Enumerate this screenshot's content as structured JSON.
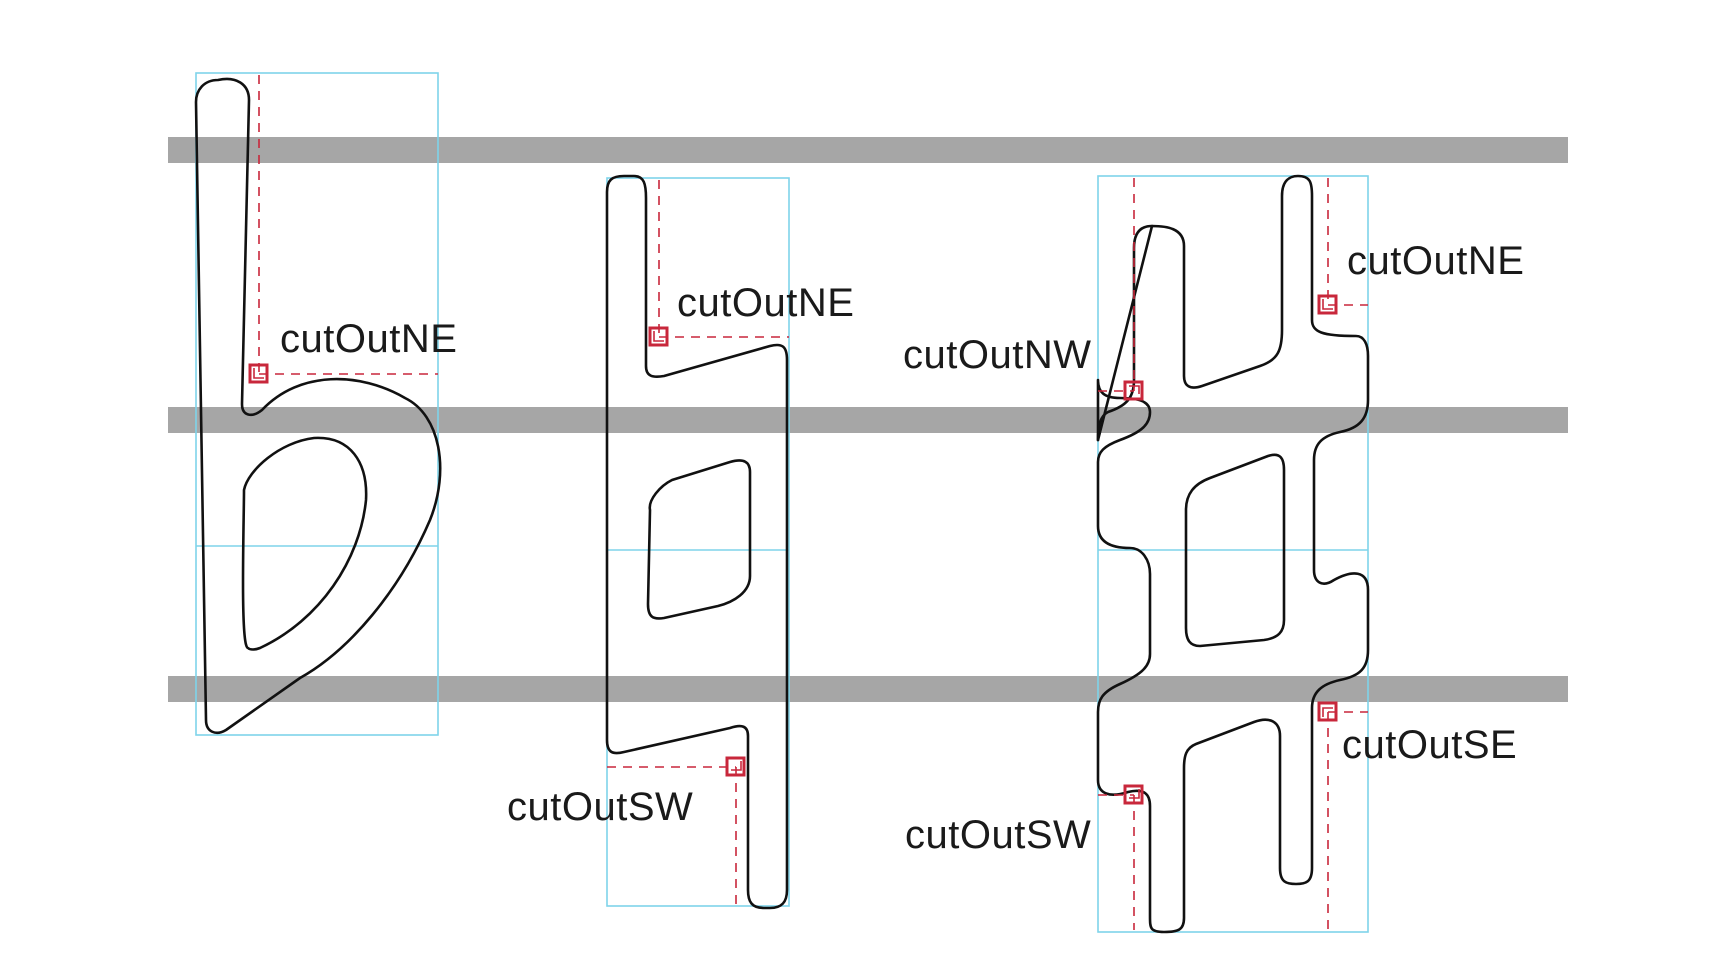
{
  "colors": {
    "band": "#a6a6a6",
    "bbox": "#7fd4ea",
    "glyph": "#111111",
    "cutout": "#c8273b",
    "background": "#ffffff"
  },
  "glyphs": [
    {
      "id": "b",
      "labels": [
        "cutOutNE"
      ]
    },
    {
      "id": "flat",
      "labels": [
        "cutOutNE",
        "cutOutSW"
      ]
    },
    {
      "id": "sharp",
      "labels": [
        "cutOutNE",
        "cutOutNW",
        "cutOutSE",
        "cutOutSW"
      ]
    }
  ]
}
